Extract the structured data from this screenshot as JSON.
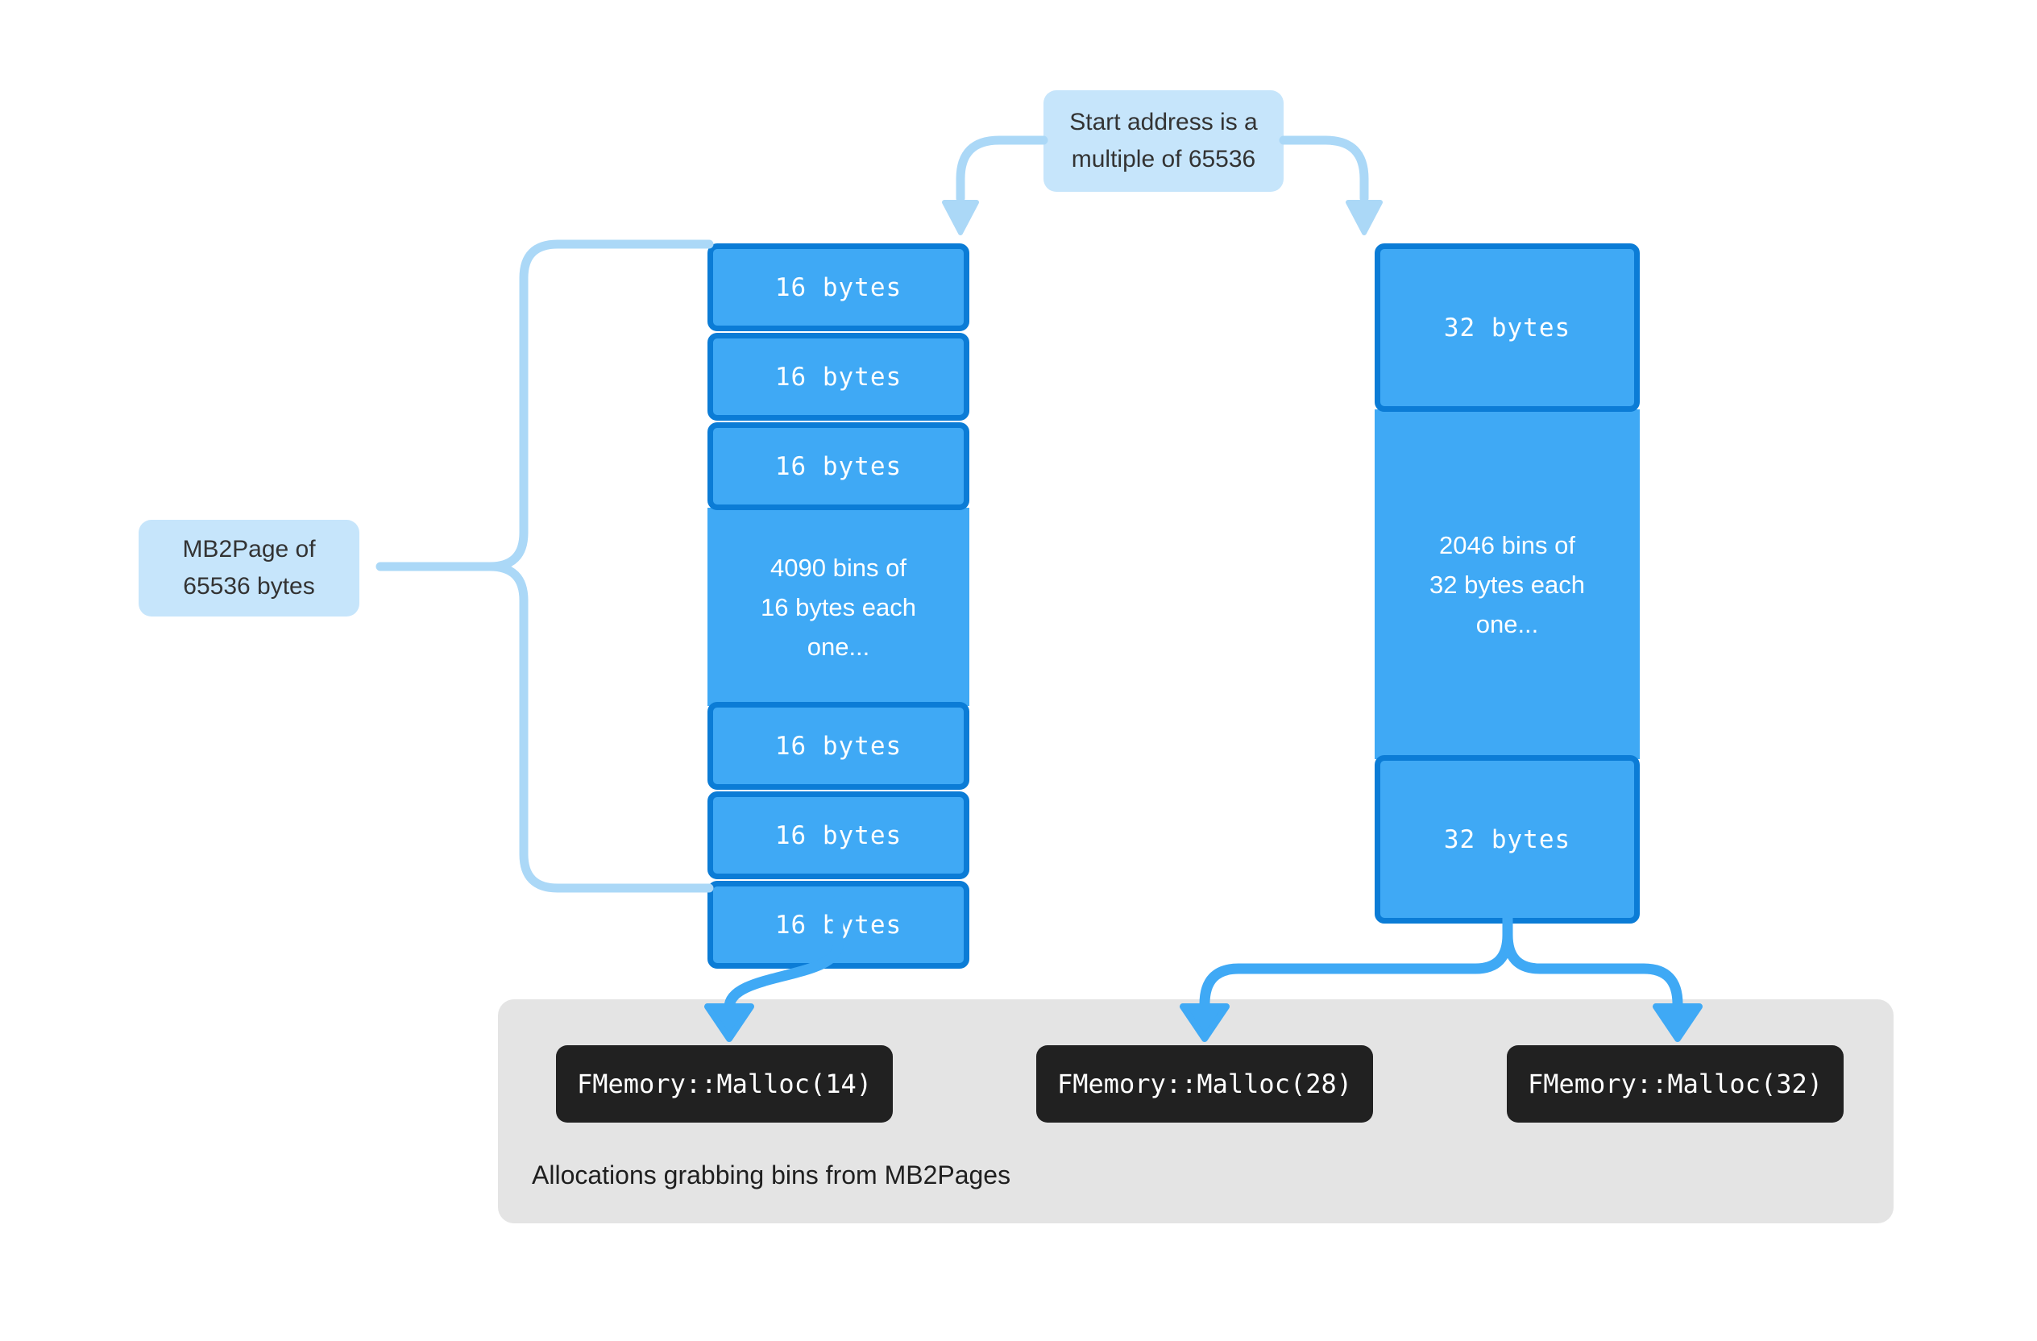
{
  "colors": {
    "bin_fill": "#3FA9F5",
    "bin_border": "#0B7CD6",
    "callout_fill": "#C6E5FB",
    "callout_text": "#333333",
    "connector_light": "#ABD8F7",
    "connector_bright": "#3FA9F5",
    "panel_fill": "#E4E4E4",
    "badge_fill": "#212121",
    "badge_text": "#FFFFFF"
  },
  "callouts": {
    "start_address": {
      "line1": "Start address is a",
      "line2": "multiple of 65536"
    },
    "mb2page": {
      "line1": "MB2Page of",
      "line2": "65536 bytes"
    }
  },
  "left_column": {
    "cells": [
      "16 bytes",
      "16 bytes",
      "16 bytes",
      "16 bytes",
      "16 bytes",
      "16 bytes"
    ],
    "middle": {
      "line1": "4090 bins of",
      "line2": "16 bytes each",
      "line3": "one..."
    }
  },
  "right_column": {
    "cells": [
      "32 bytes",
      "32 bytes"
    ],
    "middle": {
      "line1": "2046 bins of",
      "line2": "32 bytes each",
      "line3": "one..."
    }
  },
  "footer": {
    "badges": [
      "FMemory::Malloc(14)",
      "FMemory::Malloc(28)",
      "FMemory::Malloc(32)"
    ],
    "caption": "Allocations grabbing bins from MB2Pages"
  }
}
